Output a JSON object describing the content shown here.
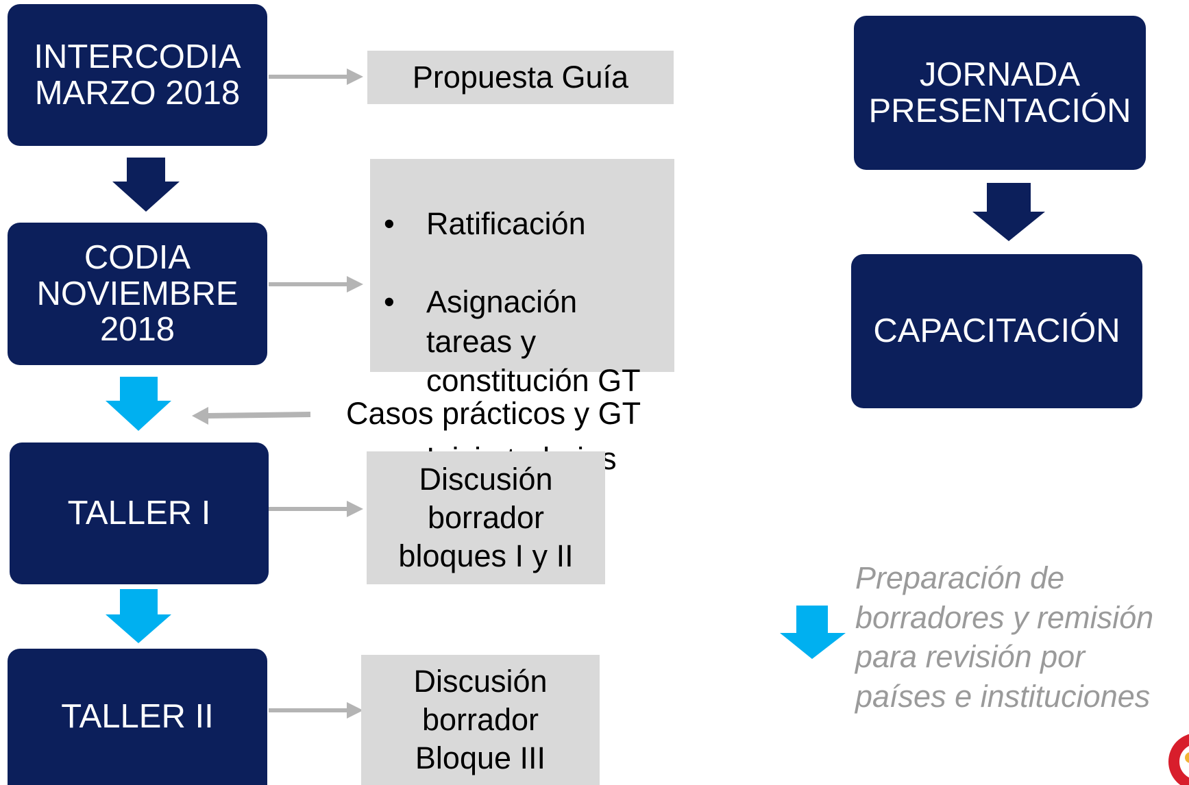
{
  "left_flow": {
    "box1": "INTERCODIA\nMARZO 2018",
    "box2": "CODIA\nNOVIEMBRE\n2018",
    "box3": "TALLER I",
    "box4": "TALLER II"
  },
  "side_notes": {
    "note1": "Propuesta Guía",
    "note2_items": [
      "Ratificación",
      "Asignación\ntareas y\nconstitución GT",
      "Inicio trabajos"
    ],
    "bullet": "•",
    "feedback": "Casos prácticos y GT",
    "note3": "Discusión\nborrador\nbloques I y II",
    "note4": "Discusión\nborrador\nBloque III"
  },
  "right_flow": {
    "box1": "JORNADA\nPRESENTACIÓN",
    "box2": "CAPACITACIÓN",
    "annotation": "Preparación de\nborradores y remisión\npara revisión por\npaíses e instituciones"
  },
  "colors": {
    "navy": "#0c1f5b",
    "cyan": "#00b0f0",
    "gray_box": "#d9d9d9",
    "connector": "#b4b4b4",
    "logo_red": "#d81e2c"
  },
  "icons": {
    "logo": "codia-logo"
  }
}
